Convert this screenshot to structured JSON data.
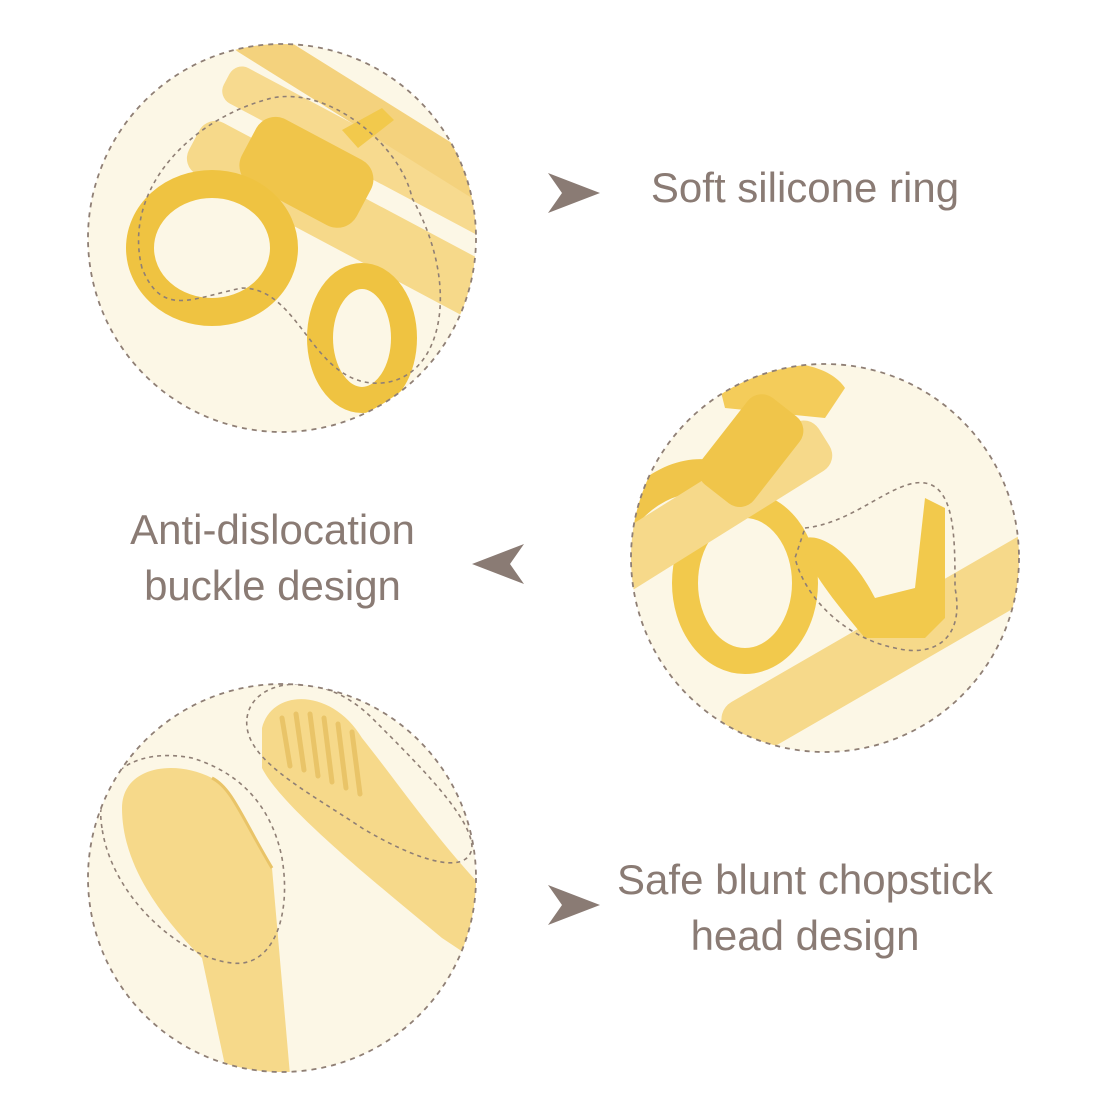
{
  "colors": {
    "text": "#8a7b74",
    "arrow": "#8a7b74",
    "circle_border": "#8f7f75",
    "circle_fill": "#fcf7e6",
    "silicone": "#f2c94c",
    "stick": "#f6d98a"
  },
  "features": [
    {
      "label_lines": [
        "Soft silicone ring"
      ],
      "arrow": "arrow-right-icon",
      "photo": "silicone-ring-closeup"
    },
    {
      "label_lines": [
        "Anti-dislocation",
        "buckle design"
      ],
      "arrow": "arrow-left-icon",
      "photo": "buckle-closeup"
    },
    {
      "label_lines": [
        "Safe blunt chopstick",
        "head design"
      ],
      "arrow": "arrow-right-icon",
      "photo": "chopstick-head-closeup"
    }
  ]
}
